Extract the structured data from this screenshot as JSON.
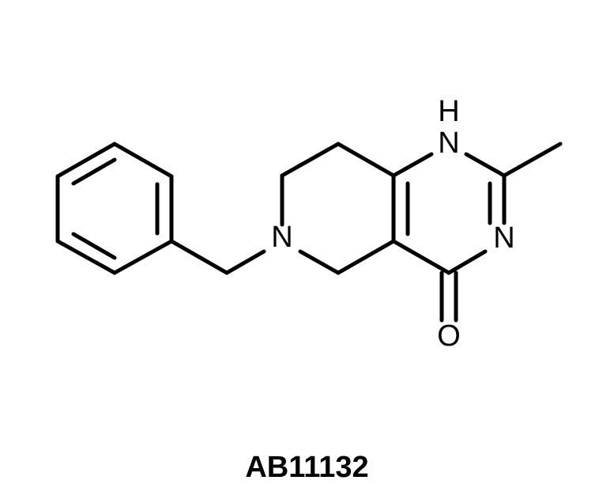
{
  "molecule": {
    "id": "AB11132",
    "atom_labels": {
      "n_ring": "N",
      "nh_n": "N",
      "nh_h": "H",
      "n_imine": "N",
      "o_carbonyl": "O"
    }
  }
}
